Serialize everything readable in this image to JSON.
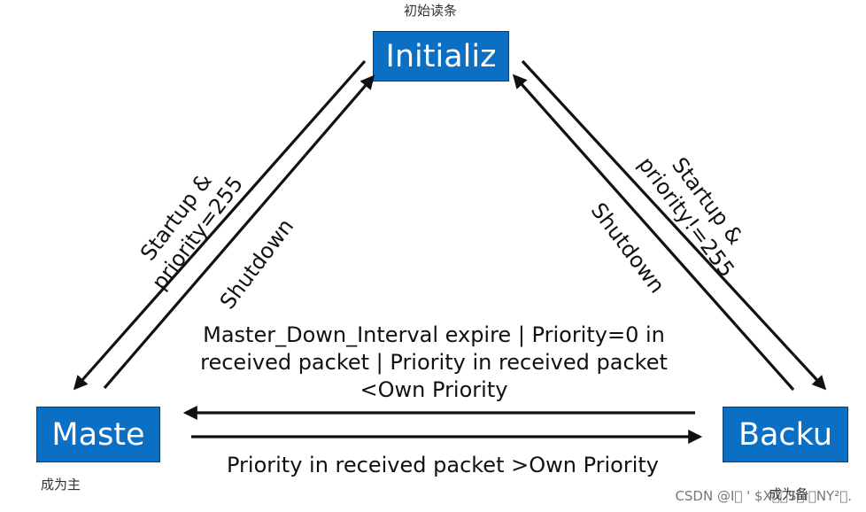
{
  "nodes": {
    "initialize": {
      "label": "Initializ",
      "caption": "初始读条"
    },
    "master": {
      "label": "Maste",
      "caption": "成为主"
    },
    "backup": {
      "label": "Backu",
      "caption": "成为备"
    }
  },
  "transitions": {
    "init_to_master": {
      "line1": "Startup &",
      "line2": "priority=255"
    },
    "master_to_init": {
      "label": "Shutdown"
    },
    "init_to_backup": {
      "line1": "Startup &",
      "line2": "priority!=255"
    },
    "backup_to_init": {
      "label": "Shutdown"
    },
    "backup_to_master": {
      "line1": "Master_Down_Interval expire | Priority=0 in",
      "line2": "received packet | Priority in received packet",
      "line3": "<Own Priority"
    },
    "master_to_backup": {
      "label": "Priority in received packet >Own Priority"
    }
  },
  "watermark": "CSDN @I⃞ ' $X⃞⃞S⃞I⃞NY²⃞.",
  "colors": {
    "node_fill": "#0b6fc4",
    "node_border": "#0a3e6e",
    "arrow": "#111111"
  }
}
